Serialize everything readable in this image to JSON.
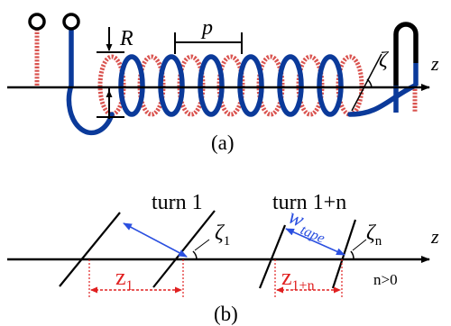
{
  "figure": {
    "panel_a": {
      "caption": "(a)",
      "label_R": "R",
      "label_p": "p",
      "label_zeta": "ζ",
      "label_z": "z"
    },
    "panel_b": {
      "caption": "(b)",
      "turn_1_label": "turn 1",
      "turn_1n_label": "turn 1+n",
      "zeta1_symbol": "ζ",
      "zeta1_sub": "1",
      "zetan_symbol": "ζ",
      "zetan_sub": "n",
      "z1_symbol": "z",
      "z1_sub": "1",
      "z1n_symbol": "z",
      "z1n_sub": "1+n",
      "w_symbol": "w",
      "w_sub": "tape",
      "n_condition": "n>0",
      "label_z": "z"
    }
  },
  "colors": {
    "helix_front": "#0b3a9a",
    "helix_back": "#d9534f",
    "annotation_red": "#e02020",
    "w_blue": "#2a4fe0",
    "axis": "#000000"
  }
}
